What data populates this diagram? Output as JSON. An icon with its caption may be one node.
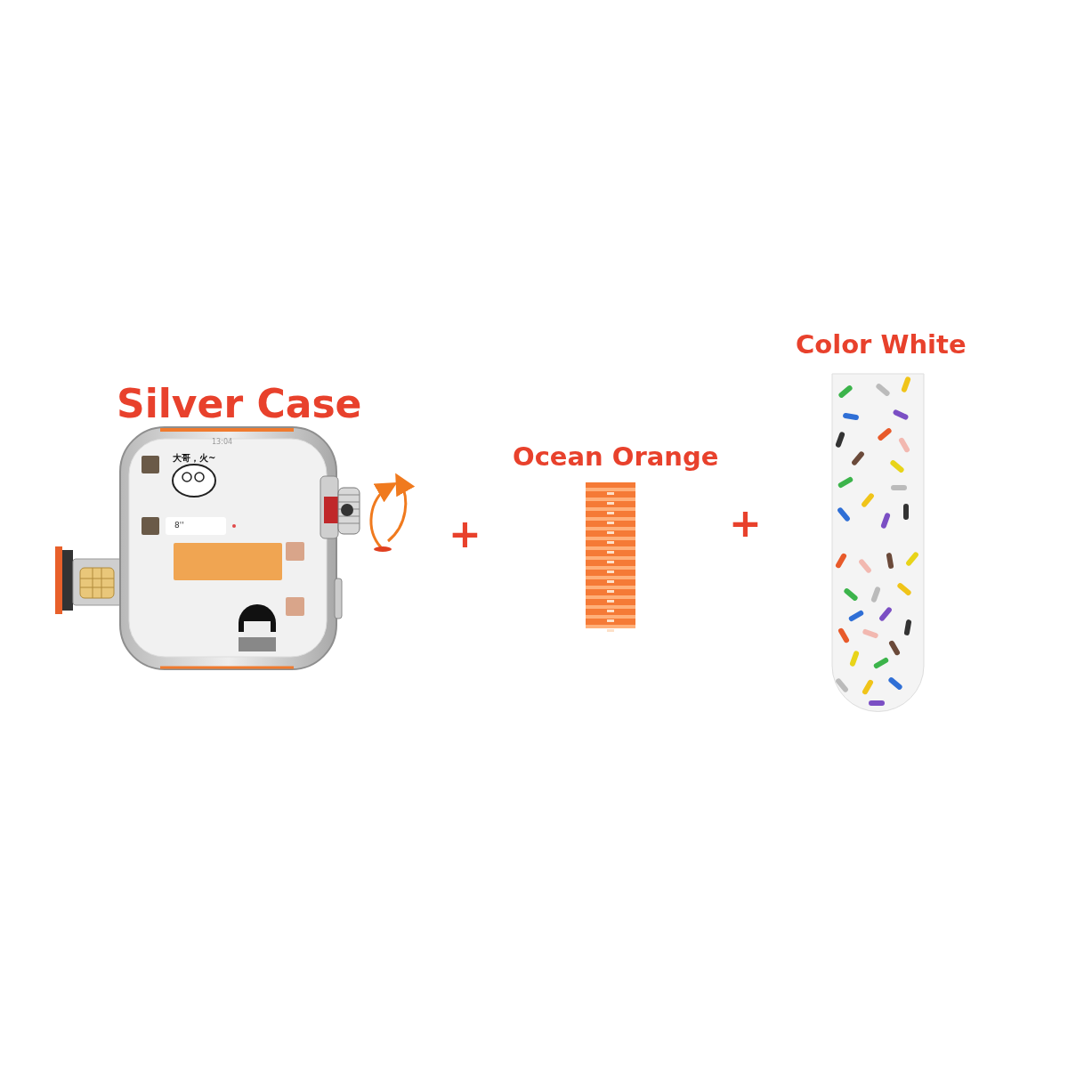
{
  "diagram": {
    "labels": [
      "Silver Case",
      "+",
      "Ocean Orange",
      "+",
      "Color White",
      "13:04",
      "大哥，火~",
      "8''"
    ]
  }
}
